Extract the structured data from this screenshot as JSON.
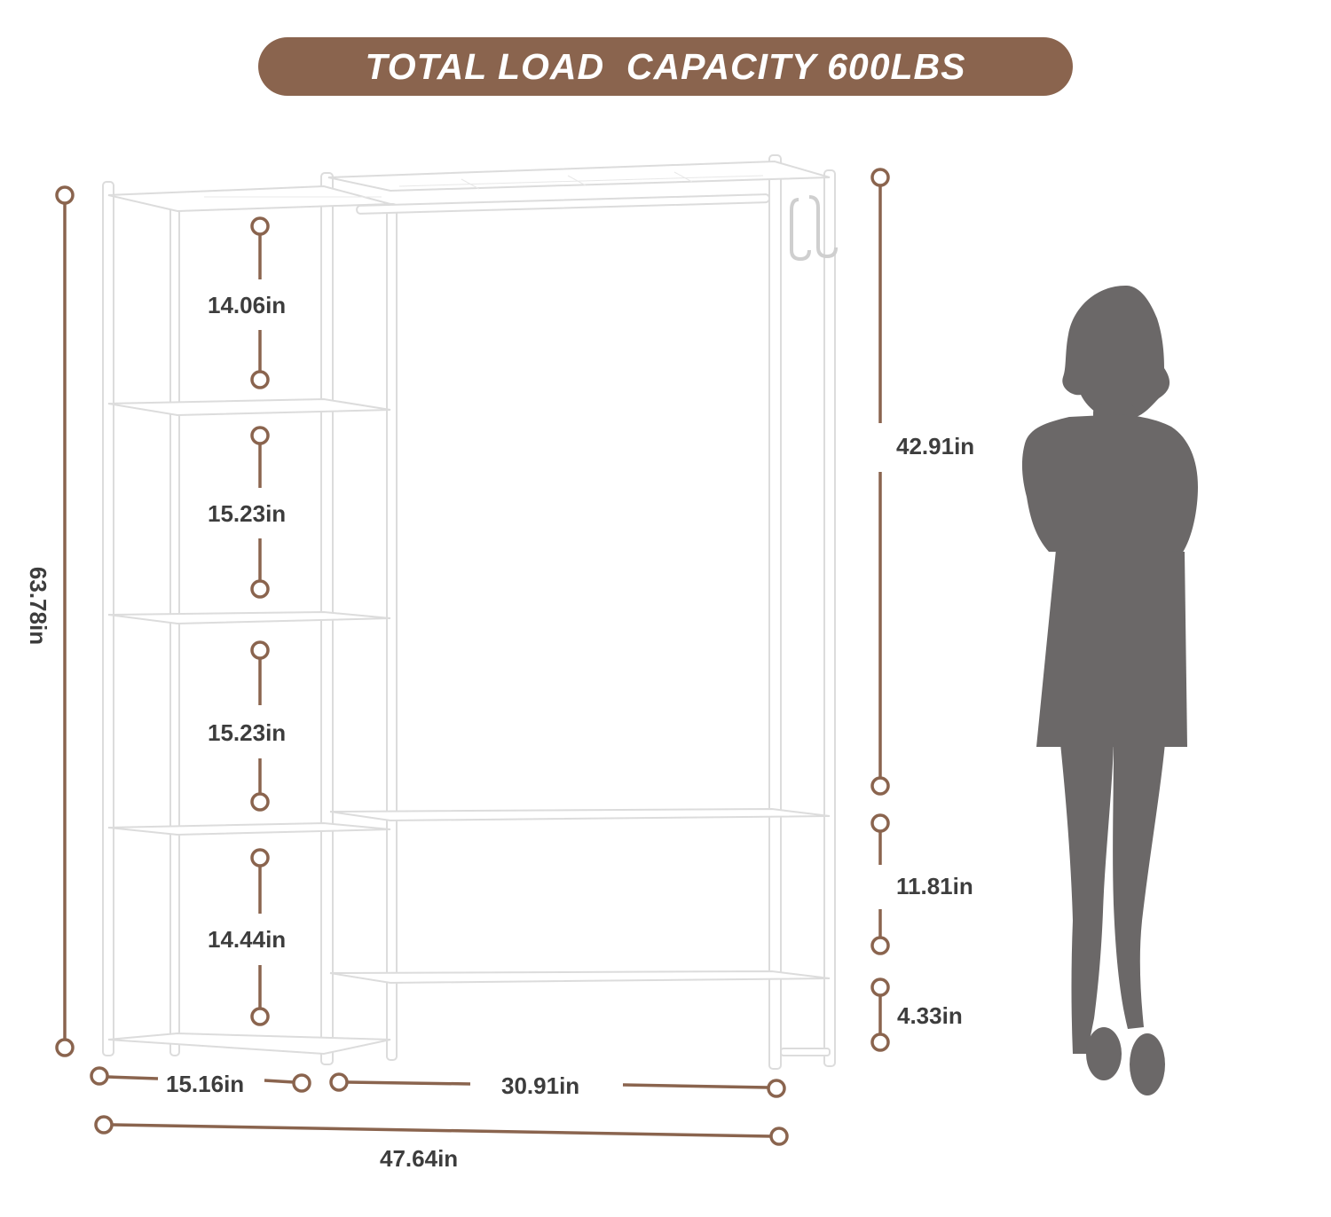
{
  "banner": {
    "text": "TOTAL LOAD  CAPACITY 600LBS"
  },
  "dimensions": {
    "shelf_gap_1": "14.06in",
    "shelf_gap_2": "15.23in",
    "shelf_gap_3": "15.23in",
    "shelf_gap_4": "14.44in",
    "total_height": "63.78in",
    "hanging_height": "42.91in",
    "lower_gap": "11.81in",
    "bottom_gap": "4.33in",
    "left_width": "15.16in",
    "right_width": "30.91in",
    "total_width": "47.64in"
  },
  "colors": {
    "accent": "#8a644e",
    "text": "#3d3d3d",
    "frame": "#e2e2e2",
    "silhouette": "#6b6868"
  }
}
